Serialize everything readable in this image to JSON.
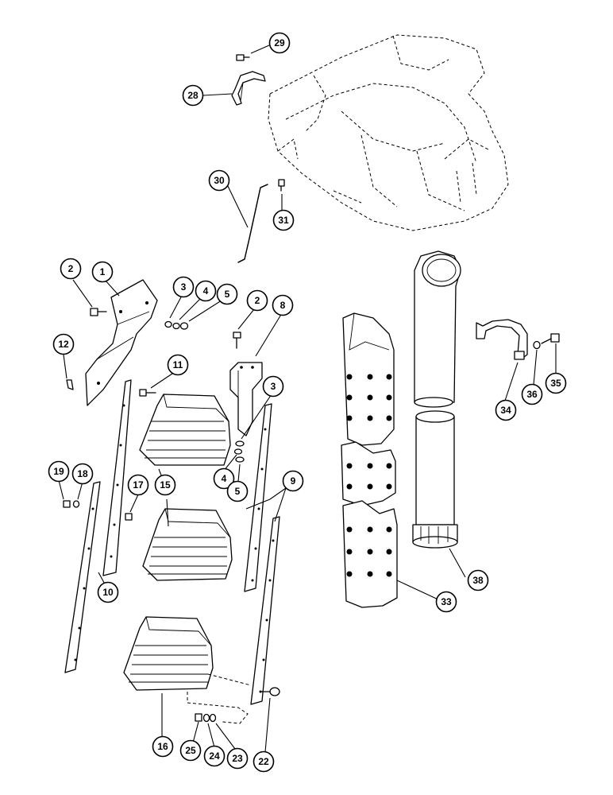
{
  "callouts": [
    {
      "id": "c29",
      "label": "29"
    },
    {
      "id": "c28",
      "label": "28"
    },
    {
      "id": "c30",
      "label": "30"
    },
    {
      "id": "c31",
      "label": "31"
    },
    {
      "id": "c2a",
      "label": "2"
    },
    {
      "id": "c1",
      "label": "1"
    },
    {
      "id": "c3a",
      "label": "3"
    },
    {
      "id": "c4a",
      "label": "4"
    },
    {
      "id": "c5a",
      "label": "5"
    },
    {
      "id": "c2b",
      "label": "2"
    },
    {
      "id": "c8",
      "label": "8"
    },
    {
      "id": "c12",
      "label": "12"
    },
    {
      "id": "c11",
      "label": "11"
    },
    {
      "id": "c3b",
      "label": "3"
    },
    {
      "id": "c19",
      "label": "19"
    },
    {
      "id": "c18",
      "label": "18"
    },
    {
      "id": "c17",
      "label": "17"
    },
    {
      "id": "c15",
      "label": "15"
    },
    {
      "id": "c4b",
      "label": "4"
    },
    {
      "id": "c5b",
      "label": "5"
    },
    {
      "id": "c9",
      "label": "9"
    },
    {
      "id": "c10",
      "label": "10"
    },
    {
      "id": "c16",
      "label": "16"
    },
    {
      "id": "c25",
      "label": "25"
    },
    {
      "id": "c24",
      "label": "24"
    },
    {
      "id": "c23",
      "label": "23"
    },
    {
      "id": "c22",
      "label": "22"
    },
    {
      "id": "c34",
      "label": "34"
    },
    {
      "id": "c36",
      "label": "36"
    },
    {
      "id": "c35",
      "label": "35"
    },
    {
      "id": "c33",
      "label": "33"
    },
    {
      "id": "c38",
      "label": "38"
    }
  ]
}
